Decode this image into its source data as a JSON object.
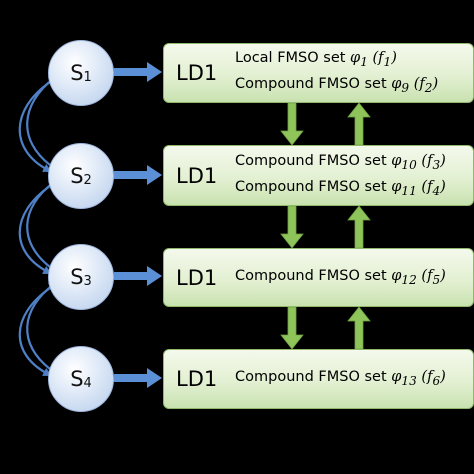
{
  "states": [
    {
      "letter": "S",
      "index": "1"
    },
    {
      "letter": "S",
      "index": "2"
    },
    {
      "letter": "S",
      "index": "3"
    },
    {
      "letter": "S",
      "index": "4"
    }
  ],
  "boxes": [
    {
      "title": "LD1",
      "lines": [
        {
          "text": "Local FMSO set ",
          "phi": "φ",
          "phi_sub": "1",
          "f": "f",
          "f_sub": "1"
        },
        {
          "text": "Compound FMSO set ",
          "phi": "φ",
          "phi_sub": "9",
          "f": "f",
          "f_sub": "2"
        }
      ]
    },
    {
      "title": "LD1",
      "lines": [
        {
          "text": "Compound FMSO set ",
          "phi": "φ",
          "phi_sub": "10",
          "f": "f",
          "f_sub": "3"
        },
        {
          "text": "Compound FMSO set ",
          "phi": "φ",
          "phi_sub": "11",
          "f": "f",
          "f_sub": "4"
        }
      ]
    },
    {
      "title": "LD1",
      "lines": [
        {
          "text": "Compound FMSO set ",
          "phi": "φ",
          "phi_sub": "12",
          "f": "f",
          "f_sub": "5"
        }
      ]
    },
    {
      "title": "LD1",
      "lines": [
        {
          "text": "Compound FMSO set ",
          "phi": "φ",
          "phi_sub": "13",
          "f": "f",
          "f_sub": "6"
        }
      ]
    }
  ],
  "colors": {
    "background": "#000000",
    "state_arrow": "#5b8fd6",
    "loop_arrow": "#4f7fc4",
    "box_arrow": "#8fc45a",
    "box_border": "#8fb96a"
  }
}
